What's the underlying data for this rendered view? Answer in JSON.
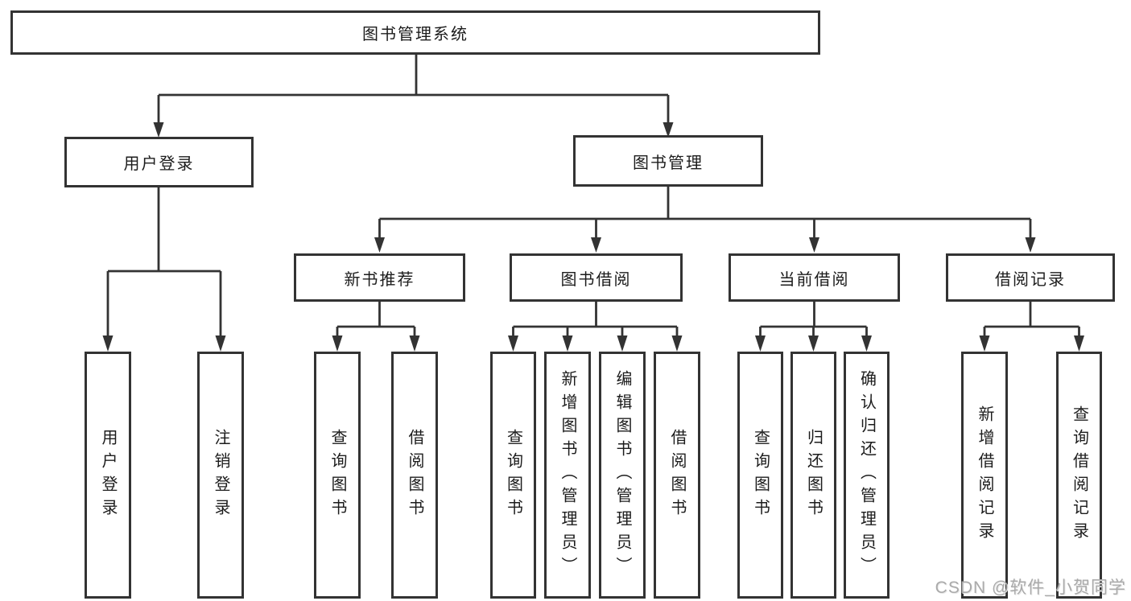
{
  "diagram_type": "functional-structure-tree",
  "colors": {
    "background": "#ffffff",
    "box_border": "#333333",
    "box_fill": "#ffffff",
    "line": "#333333",
    "text": "#1c1c1c",
    "watermark": "#aaaaaa"
  },
  "nodes": {
    "root": "图书管理系统",
    "user_login_branch": "用户登录",
    "book_management": "图书管理",
    "new_book_recommend": "新书推荐",
    "book_borrowing": "图书借阅",
    "current_borrowing": "当前借阅",
    "borrowing_records": "借阅记录",
    "user_login": "用户登录",
    "logout": "注销登录",
    "rec_query_book": "查询图书",
    "rec_borrow_book": "借阅图书",
    "bb_query_book": "查询图书",
    "bb_add_book": "新增图书（管理员）",
    "bb_edit_book": "编辑图书（管理员）",
    "bb_borrow_book": "借阅图书",
    "cb_query_book": "查询图书",
    "cb_return_book": "归还图书",
    "cb_confirm_return": "确认归还（管理员）",
    "br_add_record": "新增借阅记录",
    "br_query_record": "查询借阅记录"
  },
  "hierarchy": {
    "图书管理系统": {
      "用户登录": [
        "用户登录",
        "注销登录"
      ],
      "图书管理": {
        "新书推荐": [
          "查询图书",
          "借阅图书"
        ],
        "图书借阅": [
          "查询图书",
          "新增图书（管理员）",
          "编辑图书（管理员）",
          "借阅图书"
        ],
        "当前借阅": [
          "查询图书",
          "归还图书",
          "确认归还（管理员）"
        ],
        "借阅记录": [
          "新增借阅记录",
          "查询借阅记录"
        ]
      }
    }
  },
  "watermark": "CSDN @软件_小贺同学"
}
